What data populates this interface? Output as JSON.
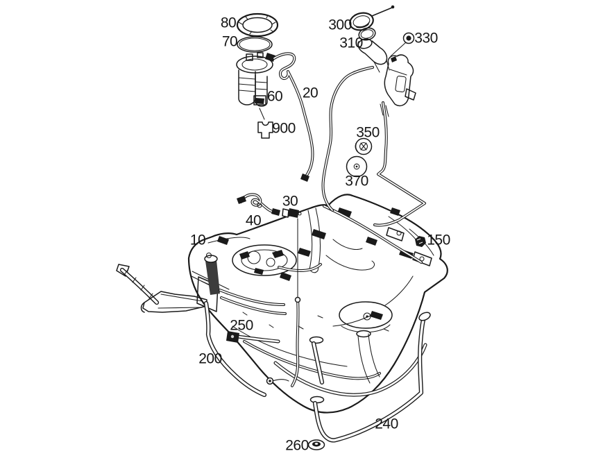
{
  "diagram": {
    "type": "exploded-parts-diagram",
    "subject": "fuel-tank-assembly",
    "colors": {
      "background": "#ffffff",
      "line": "#1a1a1a",
      "label": "#151515"
    },
    "labels": {
      "p80": "80",
      "p70": "70",
      "p60": "60",
      "p20": "20",
      "p900": "900",
      "p300": "300",
      "p310": "310",
      "p330": "330",
      "p350": "350",
      "p370": "370",
      "p30": "30",
      "p40": "40",
      "p10": "10",
      "p150": "150",
      "p250": "250",
      "p200": "200",
      "p240": "240",
      "p260": "260"
    }
  }
}
